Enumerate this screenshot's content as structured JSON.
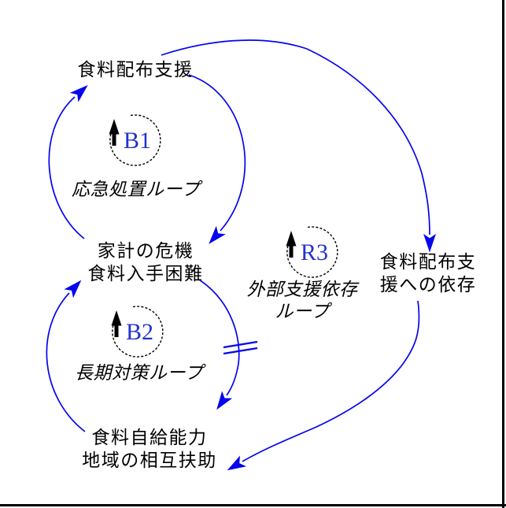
{
  "diagram": {
    "type": "causal-loop-diagram",
    "nodes": [
      {
        "id": "food-distribution-support",
        "lines": [
          "食料配布支援"
        ]
      },
      {
        "id": "household-crisis",
        "lines": [
          "家計の危機",
          "食料入手困難"
        ]
      },
      {
        "id": "food-self-sufficiency",
        "lines": [
          "食料自給能力",
          "地域の相互扶助"
        ]
      },
      {
        "id": "dependence-on-support",
        "lines": [
          "食料配布支",
          "援への依存"
        ]
      }
    ],
    "loops": [
      {
        "id": "B1",
        "name_lines": [
          "応急処置ループ"
        ]
      },
      {
        "id": "B2",
        "name_lines": [
          "長期対策ループ"
        ]
      },
      {
        "id": "R3",
        "name_lines": [
          "外部支援依存",
          "ループ"
        ]
      }
    ],
    "edges": [
      {
        "from": "household-crisis",
        "to": "food-distribution-support",
        "loop": "B1",
        "delay": false
      },
      {
        "from": "food-distribution-support",
        "to": "household-crisis",
        "loop": "B1",
        "delay": false
      },
      {
        "from": "food-self-sufficiency",
        "to": "household-crisis",
        "loop": "B2",
        "delay": false
      },
      {
        "from": "household-crisis",
        "to": "food-self-sufficiency",
        "loop": "B2",
        "delay": true
      },
      {
        "from": "food-distribution-support",
        "to": "dependence-on-support",
        "loop": "R3",
        "delay": false
      },
      {
        "from": "dependence-on-support",
        "to": "food-self-sufficiency",
        "loop": "R3",
        "delay": false
      }
    ],
    "colors": {
      "arrow_blue": "#0505EE",
      "loop_id_blue": "#2233CC",
      "text_black": "#000000",
      "border_black": "#000000",
      "background": "#FFFFFF"
    }
  }
}
